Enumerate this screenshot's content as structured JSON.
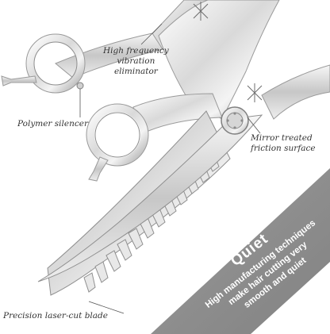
{
  "callouts": {
    "vibration": [
      "High frequency",
      "vibration",
      "eliminator"
    ],
    "silencer": "Polymer silencer",
    "mirror": [
      "Mirror treated",
      "friction surface"
    ],
    "blade": "Precision laser-cut blade"
  },
  "band": {
    "title": "Quiet",
    "lines": [
      "High manufacturing techniques",
      "make hair cutting very",
      "smooth and quiet"
    ]
  },
  "colors": {
    "band": "#8f8f8f",
    "steel_light": "#f2f2f2",
    "steel_dark": "#9a9a9a",
    "text": "#333333"
  }
}
